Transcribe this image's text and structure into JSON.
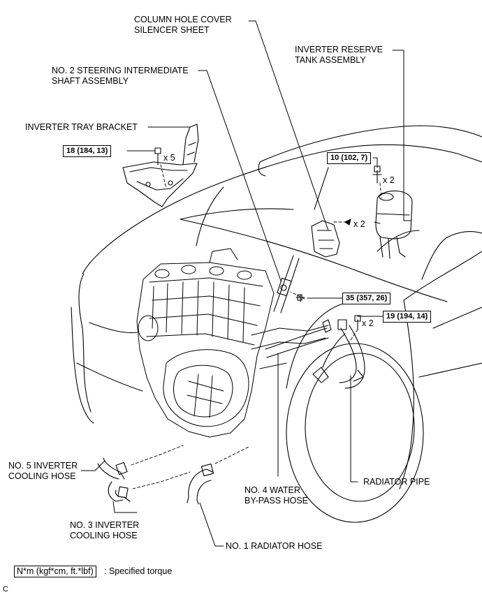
{
  "labels": {
    "column_hole_cover": "COLUMN HOLE COVER\nSILENCER SHEET",
    "inverter_reserve_tank": "INVERTER RESERVE\nTANK ASSEMBLY",
    "steering_intermediate_shaft": "NO. 2 STEERING INTERMEDIATE\nSHAFT ASSEMBLY",
    "inverter_tray_bracket": "INVERTER TRAY BRACKET",
    "no5_inverter_cooling_hose": "NO. 5 INVERTER\nCOOLING HOSE",
    "no3_inverter_cooling_hose": "NO. 3 INVERTER\nCOOLING HOSE",
    "no4_water_bypass_hose": "NO. 4 WATER\nBY-PASS HOSE",
    "radiator_pipe": "RADIATOR PIPE",
    "no1_radiator_hose": "NO. 1 RADIATOR HOSE"
  },
  "torques": {
    "tray_bracket": "18 (184, 13)",
    "reserve_tank": "10 (102, 7)",
    "steering_shaft": "35 (357, 26)",
    "radiator_pipe": "19 (194, 14)"
  },
  "multipliers": {
    "tray_bracket": "x 5",
    "reserve_tank": "x 2",
    "silencer_sheet": "x 2",
    "radiator_pipe": "x 2"
  },
  "legend": {
    "unit": "N*m (kgf*cm, ft.*lbf)",
    "description": ": Specified torque"
  },
  "figure_code": "C"
}
